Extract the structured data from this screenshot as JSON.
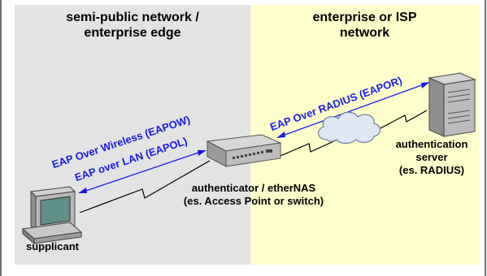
{
  "colors": {
    "left_zone": "#e3e3e3",
    "right_zone": "#ffffcc",
    "arrow": "#1a1ae6",
    "label_blue": "#1a1ae6",
    "frame": "#6e6e6e"
  },
  "zones": {
    "left_title_line1": "semi-public network /",
    "left_title_line2": "enterprise edge",
    "right_title_line1": "enterprise or ISP",
    "right_title_line2": "network"
  },
  "links": {
    "eapow": "EAP Over Wireless (EAPOW)",
    "eapol": "EAP over LAN (EAPOL)",
    "eapor": "EAP Over RADIUS (EAPOR)"
  },
  "nodes": {
    "authenticator_line1": "authenticator / etherNAS",
    "authenticator_line2": "(es. Access Point or switch)",
    "server_line1": "authentication",
    "server_line2": "server",
    "server_line3": "(es. RADIUS)",
    "supplicant": "supplicant"
  },
  "icons": [
    "supplicant-computer-icon",
    "authenticator-switch-icon",
    "network-cloud-icon",
    "radius-server-icon"
  ]
}
